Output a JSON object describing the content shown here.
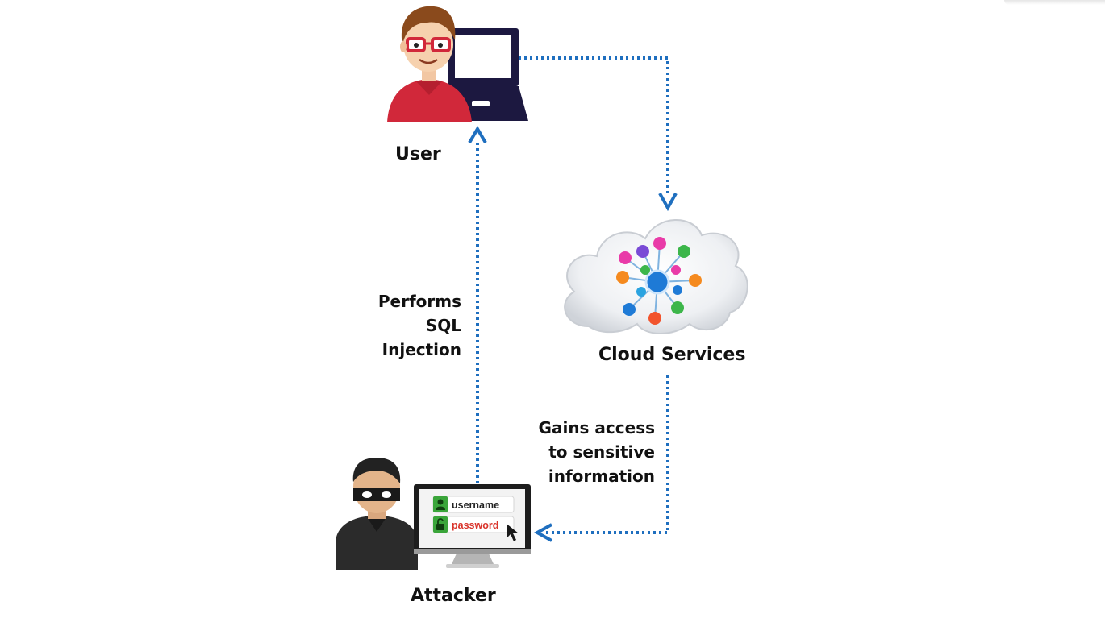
{
  "nodes": {
    "user": "User",
    "cloud": "Cloud Services",
    "attacker": "Attacker"
  },
  "edges": {
    "sql_injection": [
      "Performs",
      "SQL",
      "Injection"
    ],
    "gains_access": [
      "Gains access",
      "to sensitive",
      "information"
    ]
  },
  "login_form": {
    "username": "username",
    "password": "password"
  },
  "colors": {
    "arrow": "#1f6fbf",
    "user_shirt": "#d1283a",
    "laptop": "#1c1840",
    "attacker": "#2b2b2b",
    "field_icon": "#3aa53a",
    "password_text": "#d9342b"
  },
  "icons": [
    "user-avatar-icon",
    "laptop-icon",
    "cloud-icon",
    "attacker-avatar-icon",
    "monitor-icon",
    "user-field-icon",
    "lock-icon",
    "cursor-icon"
  ]
}
